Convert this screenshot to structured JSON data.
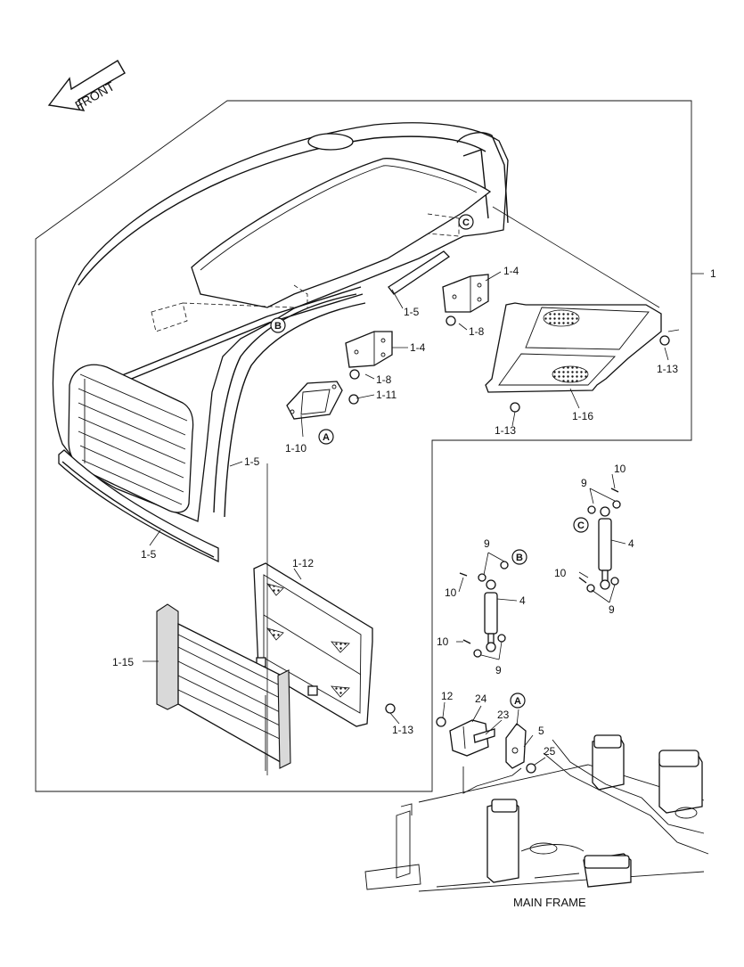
{
  "front_arrow": {
    "label": "FRONT"
  },
  "main_frame_label": "MAIN FRAME",
  "parts": {
    "p1": "1",
    "p1_4": "1-4",
    "p1_5": "1-5",
    "p1_8": "1-8",
    "p1_10": "1-10",
    "p1_11": "1-11",
    "p1_12": "1-12",
    "p1_13": "1-13",
    "p1_15": "1-15",
    "p1_16": "1-16",
    "p4": "4",
    "p5": "5",
    "p9": "9",
    "p10": "10",
    "p12": "12",
    "p23": "23",
    "p24": "24",
    "p25": "25"
  },
  "refs": {
    "a": "A",
    "b": "B",
    "c": "C"
  }
}
